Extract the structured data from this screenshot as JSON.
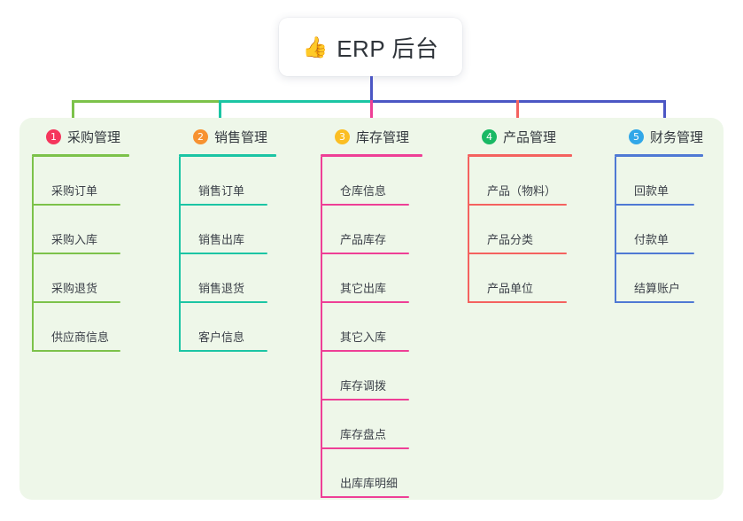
{
  "root": {
    "icon": "thumbs-up-icon",
    "icon_glyph": "👍",
    "label": "ERP 后台"
  },
  "palette": {
    "panel_bg": "#eef7e9",
    "trunk": "#4b56c4",
    "green": "#7cc24a",
    "teal": "#1bc5a4",
    "pink": "#ee3f96",
    "red": "#f4625f",
    "blue": "#4f79d4",
    "badge_1": "#f5365c",
    "badge_2": "#f79231",
    "badge_3": "#fbbe23",
    "badge_4": "#19b864",
    "badge_5": "#31a7e8"
  },
  "columns": [
    {
      "number": "1",
      "title": "采购管理",
      "badge_color": "#f5365c",
      "line_color": "#7cc24a",
      "items": [
        {
          "label": "采购订单"
        },
        {
          "label": "采购入库"
        },
        {
          "label": "采购退货"
        },
        {
          "label": "供应商信息"
        }
      ]
    },
    {
      "number": "2",
      "title": "销售管理",
      "badge_color": "#f79231",
      "line_color": "#1bc5a4",
      "items": [
        {
          "label": "销售订单"
        },
        {
          "label": "销售出库"
        },
        {
          "label": "销售退货"
        },
        {
          "label": "客户信息"
        }
      ]
    },
    {
      "number": "3",
      "title": "库存管理",
      "badge_color": "#fbbe23",
      "line_color": "#ee3f96",
      "items": [
        {
          "label": "仓库信息"
        },
        {
          "label": "产品库存"
        },
        {
          "label": "其它出库"
        },
        {
          "label": "其它入库"
        },
        {
          "label": "库存调拨"
        },
        {
          "label": "库存盘点"
        },
        {
          "label": "出库库明细"
        }
      ]
    },
    {
      "number": "4",
      "title": "产品管理",
      "badge_color": "#19b864",
      "line_color": "#f4625f",
      "items": [
        {
          "label": "产品（物料）"
        },
        {
          "label": "产品分类"
        },
        {
          "label": "产品单位"
        }
      ]
    },
    {
      "number": "5",
      "title": "财务管理",
      "badge_color": "#31a7e8",
      "line_color": "#4f79d4",
      "items": [
        {
          "label": "回款单"
        },
        {
          "label": "付款单"
        },
        {
          "label": "结算账户"
        }
      ]
    }
  ]
}
